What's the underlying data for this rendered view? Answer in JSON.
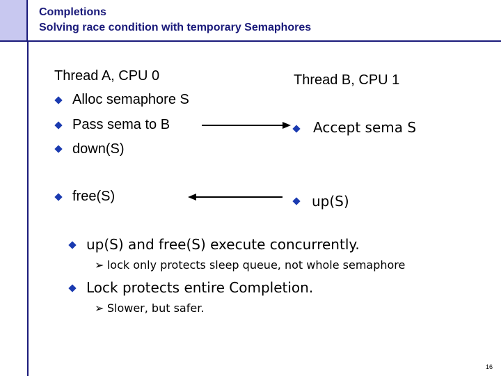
{
  "title": {
    "line1": "Completions",
    "line2": "Solving race condition with temporary Semaphores"
  },
  "thread_a": {
    "heading": "Thread A, CPU 0",
    "items": [
      "Alloc semaphore S",
      "Pass sema to B",
      "down(S)",
      "free(S)"
    ]
  },
  "thread_b": {
    "heading": "Thread B, CPU 1",
    "items": [
      "Accept sema S",
      "up(S)"
    ]
  },
  "notes": {
    "point1": "up(S) and free(S) execute concurrently.",
    "point1_sub": "lock only protects sleep queue, not whole semaphore",
    "point2": "Lock protects entire Completion.",
    "point2_sub": "Slower, but safer."
  },
  "icons": {
    "bullet": "diamond-bullet-icon",
    "sub_bullet": "arrowhead-bullet-icon"
  },
  "colors": {
    "accent": "#1a1a7a",
    "bullet": "#1a3ab0",
    "corner": "#c8c8f0"
  },
  "page_number": "16"
}
